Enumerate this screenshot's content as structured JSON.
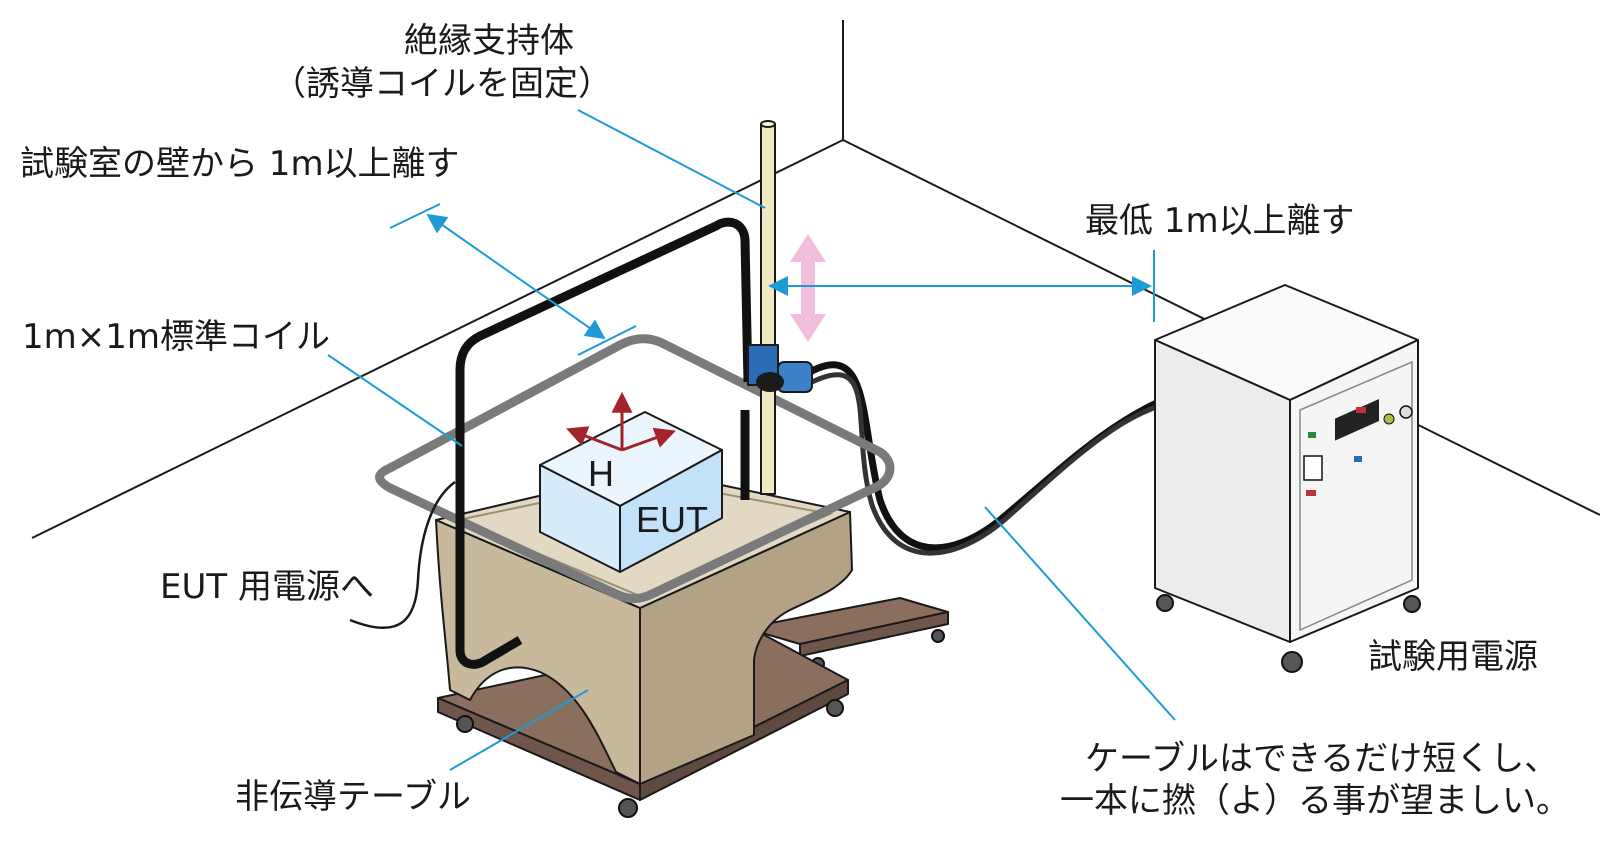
{
  "labels": {
    "insulator_line1": "絶縁支持体",
    "insulator_line2": "（誘導コイルを固定）",
    "wall_distance": "試験室の壁から 1m以上離す",
    "min_distance": "最低 1m以上離す",
    "standard_coil": "1m×1m標準コイル",
    "eut_power": "EUT 用電源へ",
    "nonconductive_table": "非伝導テーブル",
    "test_power": "試験用電源",
    "cable_note_line1": "ケーブルはできるだけ短くし、",
    "cable_note_line2": "一本に撚（よ）る事が望ましい。",
    "field_axis": "H",
    "eut": "EUT"
  },
  "colors": {
    "leader": "#1e9bd7",
    "field_arrow": "#a3232b",
    "move_arrow": "#f2bedd",
    "clamp": "#2a6db5",
    "table": "#c8b99c",
    "eut_box": "#d6ecfa",
    "pole": "#f1e9c4",
    "cabinet": "#f0f0f0"
  }
}
